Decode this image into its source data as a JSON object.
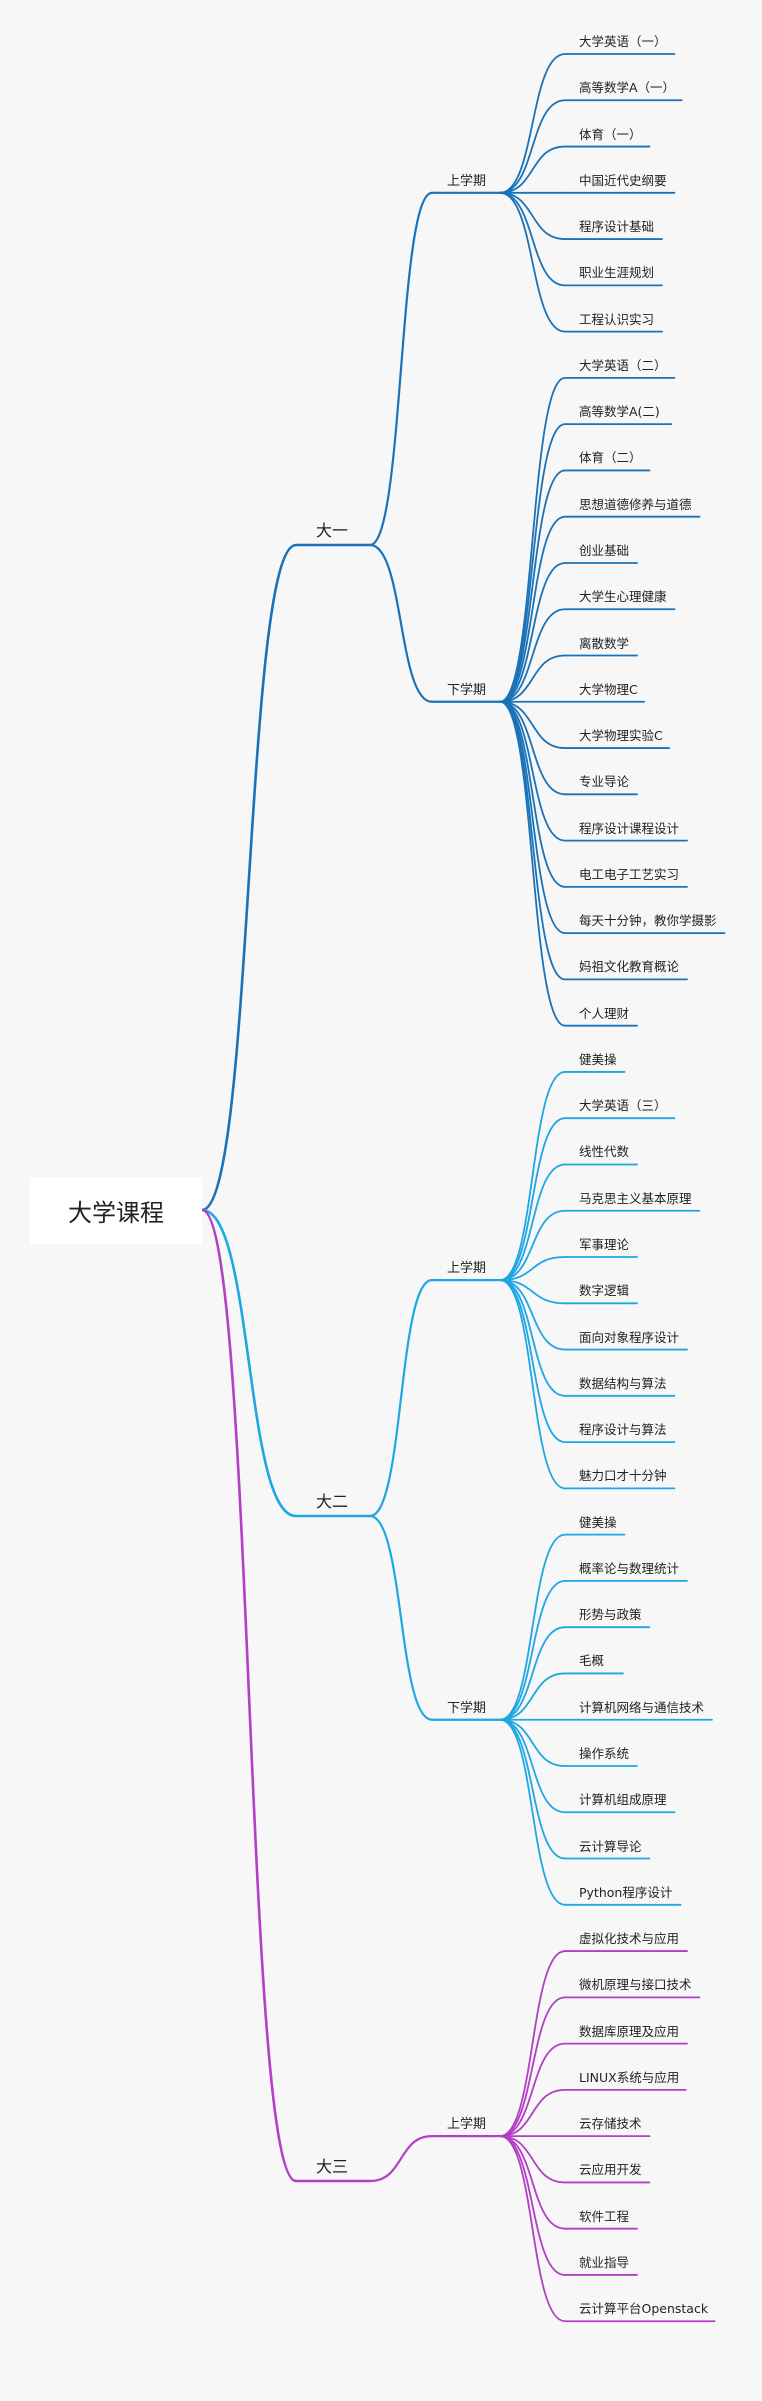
{
  "root": "大学课程",
  "colors": {
    "year1": "#1a73b8",
    "year2": "#1ea7e4",
    "year3": "#b23fc4"
  },
  "years": [
    {
      "label": "大一",
      "terms": [
        {
          "label": "上学期",
          "courses": [
            "大学英语（一）",
            "高等数学A（一）",
            "体育（一）",
            "中国近代史纲要",
            "程序设计基础",
            "职业生涯规划",
            "工程认识实习"
          ]
        },
        {
          "label": "下学期",
          "courses": [
            "大学英语（二）",
            "高等数学A(二)",
            "体育（二）",
            "思想道德修养与道德",
            "创业基础",
            "大学生心理健康",
            "离散数学",
            "大学物理C",
            "大学物理实验C",
            "专业导论",
            "程序设计课程设计",
            "电工电子工艺实习",
            "每天十分钟，教你学摄影",
            "妈祖文化教育概论",
            "个人理财"
          ]
        }
      ]
    },
    {
      "label": "大二",
      "terms": [
        {
          "label": "上学期",
          "courses": [
            "健美操",
            "大学英语（三）",
            "线性代数",
            "马克思主义基本原理",
            "军事理论",
            "数字逻辑",
            "面向对象程序设计",
            "数据结构与算法",
            "程序设计与算法",
            "魅力口才十分钟"
          ]
        },
        {
          "label": "下学期",
          "courses": [
            "健美操",
            "概率论与数理统计",
            "形势与政策",
            "毛概",
            "计算机网络与通信技术",
            "操作系统",
            "计算机组成原理",
            "云计算导论",
            "Python程序设计"
          ]
        }
      ]
    },
    {
      "label": "大三",
      "terms": [
        {
          "label": "上学期",
          "courses": [
            "虚拟化技术与应用",
            "微机原理与接口技术",
            "数据库原理及应用",
            "LINUX系统与应用",
            "云存储技术",
            "云应用开发",
            "软件工程",
            "就业指导",
            "云计算平台Openstack"
          ]
        }
      ]
    }
  ]
}
